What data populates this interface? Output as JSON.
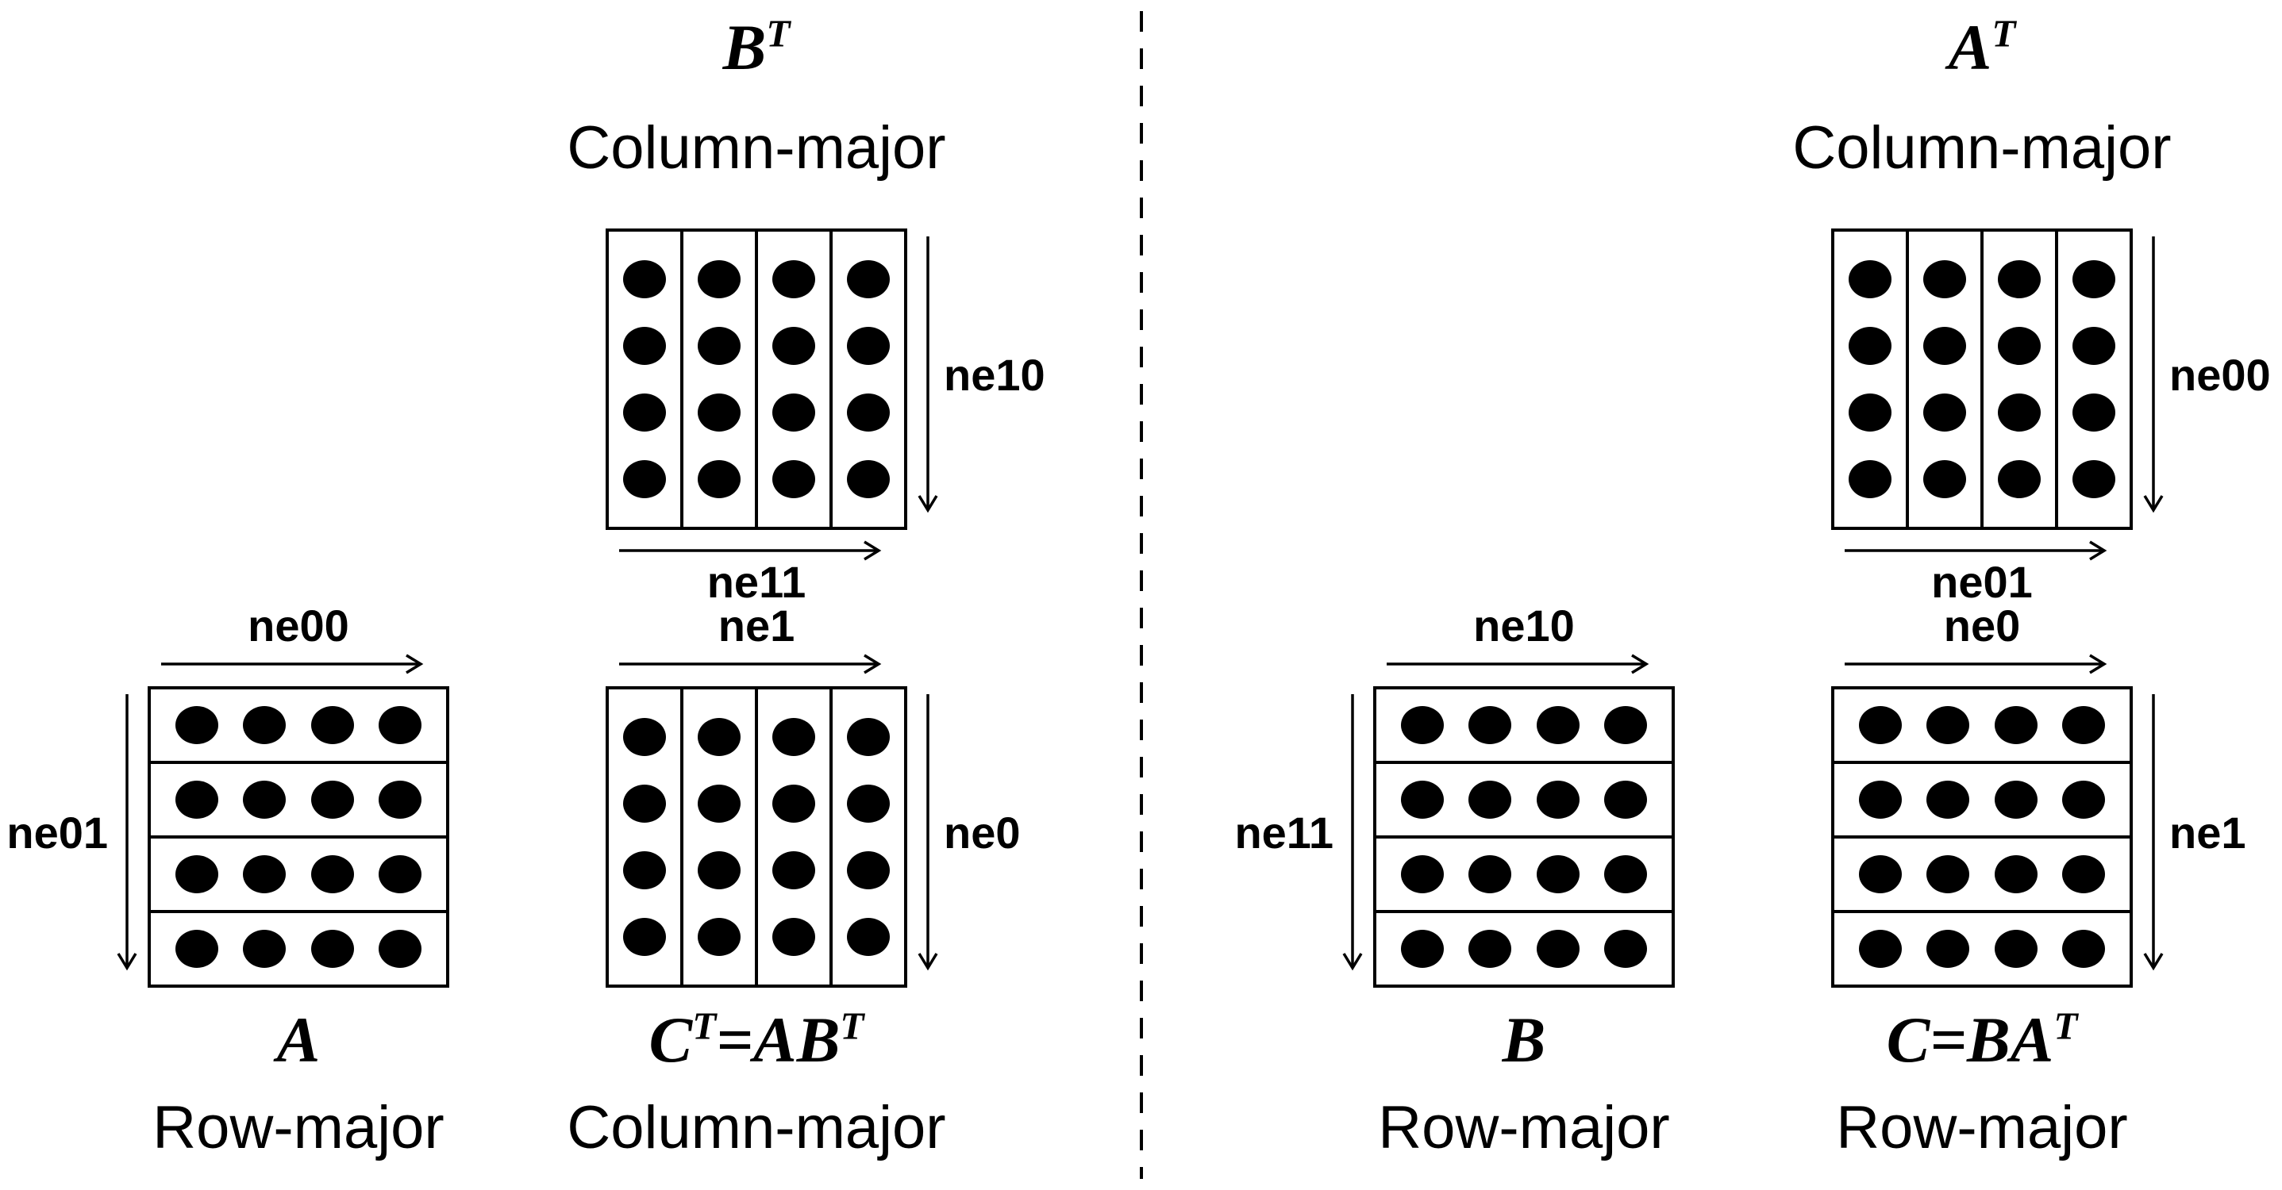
{
  "figure": {
    "grid": {
      "rows": 4,
      "cols": 4
    },
    "left_panel_matrices": [
      "bt",
      "a",
      "ct"
    ],
    "right_panel_matrices": [
      "at",
      "b",
      "c"
    ]
  },
  "colors": {
    "ink": "#000000",
    "background": "#ffffff"
  },
  "matrices": {
    "bt": {
      "name_parts": [
        {
          "text": "B",
          "sup": "T"
        }
      ],
      "layout": "Column-major",
      "orientation": "column",
      "arrows": {
        "right": "ne10",
        "bottom": "ne11"
      }
    },
    "a": {
      "name_parts": [
        {
          "text": "A",
          "sup": ""
        }
      ],
      "layout": "Row-major",
      "orientation": "row",
      "arrows": {
        "top": "ne00",
        "left": "ne01"
      }
    },
    "ct": {
      "name_parts": [
        {
          "text": "C",
          "sup": "T"
        },
        {
          "text": "=AB",
          "sup": "T"
        }
      ],
      "layout": "Column-major",
      "orientation": "column",
      "arrows": {
        "top": "ne1",
        "right": "ne0"
      }
    },
    "at": {
      "name_parts": [
        {
          "text": "A",
          "sup": "T"
        }
      ],
      "layout": "Column-major",
      "orientation": "column",
      "arrows": {
        "right": "ne00",
        "bottom": "ne01"
      }
    },
    "b": {
      "name_parts": [
        {
          "text": "B",
          "sup": ""
        }
      ],
      "layout": "Row-major",
      "orientation": "row",
      "arrows": {
        "top": "ne10",
        "left": "ne11"
      }
    },
    "c": {
      "name_parts": [
        {
          "text": "C",
          "sup": ""
        },
        {
          "text": "=BA",
          "sup": "T"
        }
      ],
      "layout": "Row-major",
      "orientation": "row",
      "arrows": {
        "top": "ne0",
        "right": "ne1"
      }
    }
  }
}
